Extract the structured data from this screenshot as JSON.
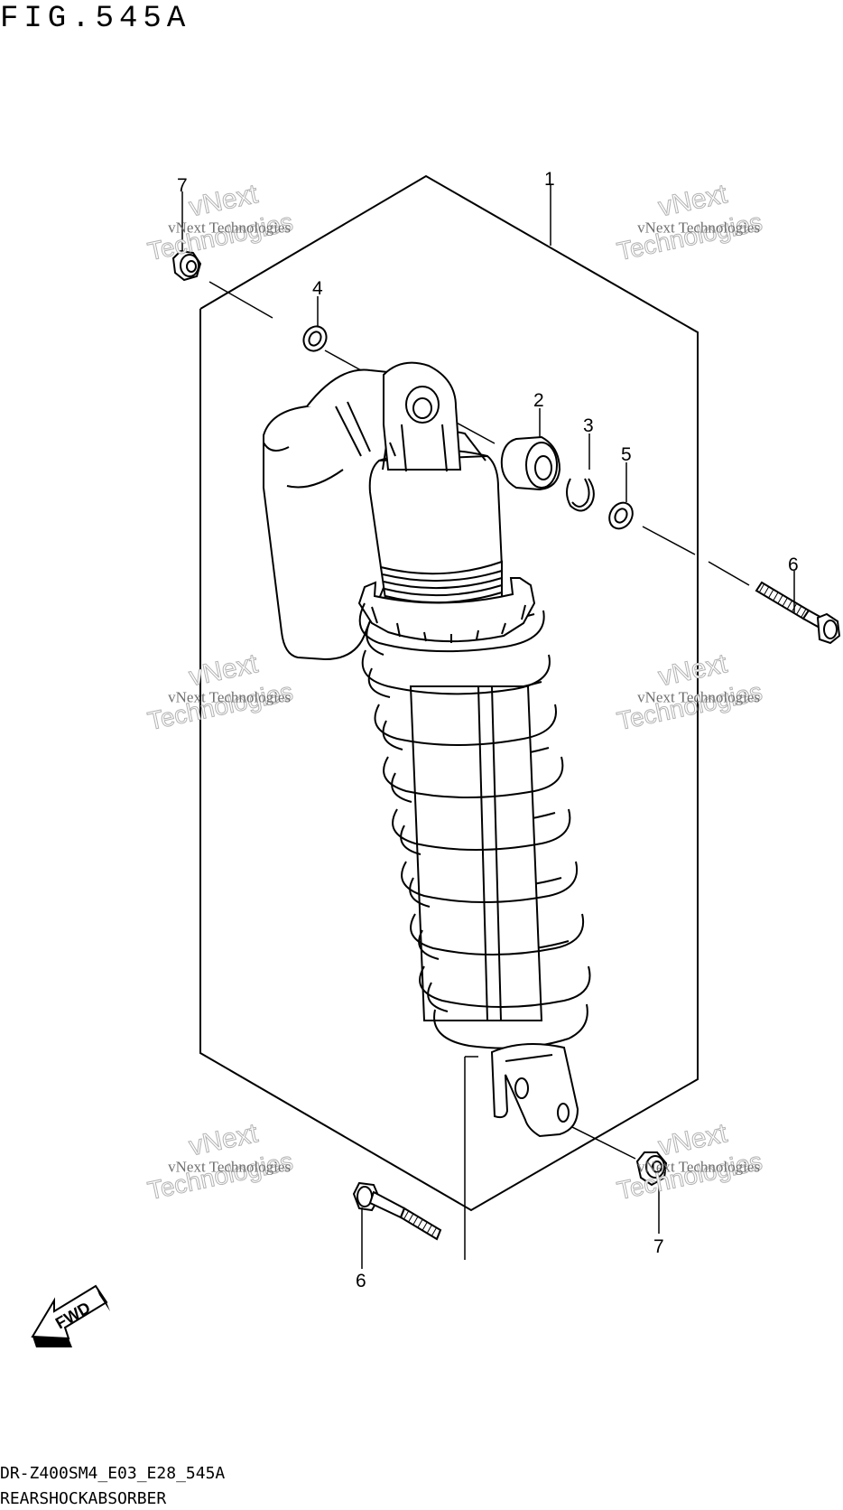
{
  "figure": {
    "title": "FIG.545A"
  },
  "callouts": [
    {
      "id": "c1",
      "label": "1"
    },
    {
      "id": "c2",
      "label": "2"
    },
    {
      "id": "c3",
      "label": "3"
    },
    {
      "id": "c4",
      "label": "4"
    },
    {
      "id": "c5",
      "label": "5"
    },
    {
      "id": "c6a",
      "label": "6"
    },
    {
      "id": "c6b",
      "label": "6"
    },
    {
      "id": "c7a",
      "label": "7"
    },
    {
      "id": "c7b",
      "label": "7"
    }
  ],
  "watermark": {
    "line1": "vNext Technologies",
    "line2": "vNext",
    "line3": "Technologies"
  },
  "fwd_label": "FWD",
  "footer": {
    "model_code": "DR-Z400SM4_E03_E28_545A",
    "part_name": "REARSHOCKABSORBER"
  }
}
